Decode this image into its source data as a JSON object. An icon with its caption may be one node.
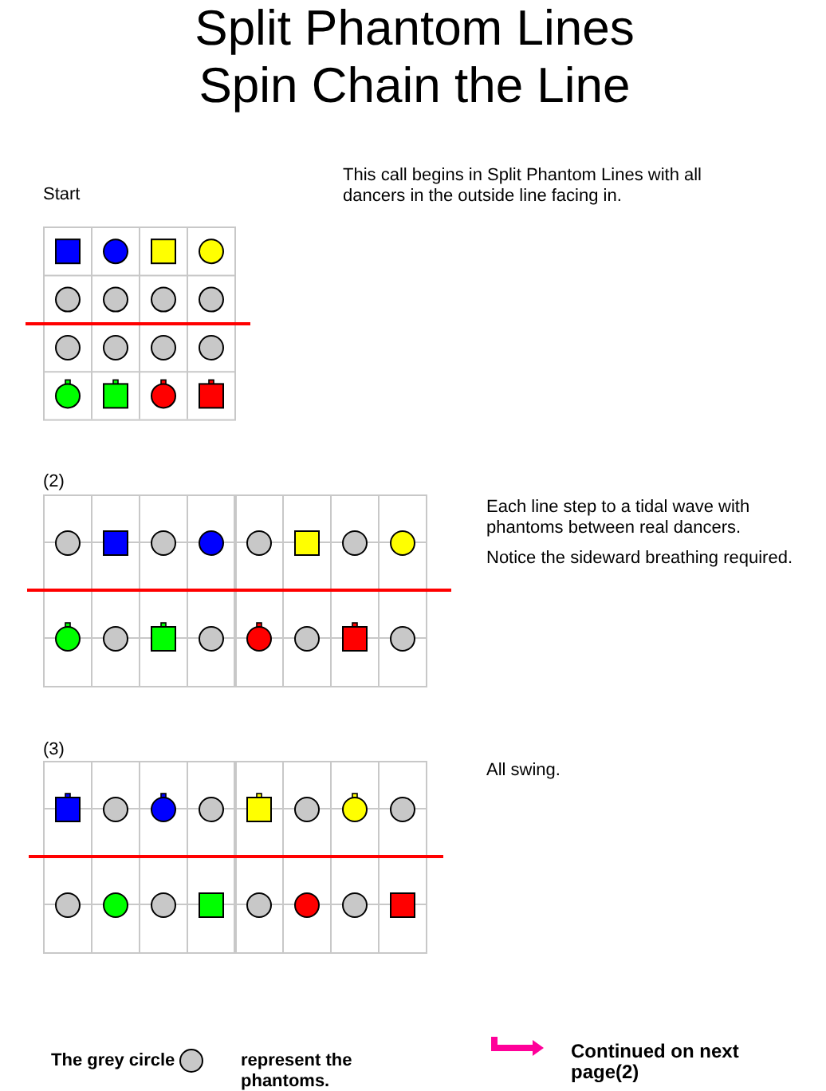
{
  "diagram": {
    "title": "Split Phantom Lines Spin Chain the Line",
    "labels": [
      "Start",
      "This call begins in Split Phantom Lines with all dancers in the outside line facing in.",
      "(2)",
      "Each line step to a tidal wave with phantoms between real dancers.",
      "Notice the sideward breathing required.",
      "(3)",
      "All swing.",
      "The grey circle",
      "represent the phantoms.",
      "Continued on next page(2)"
    ]
  }
}
